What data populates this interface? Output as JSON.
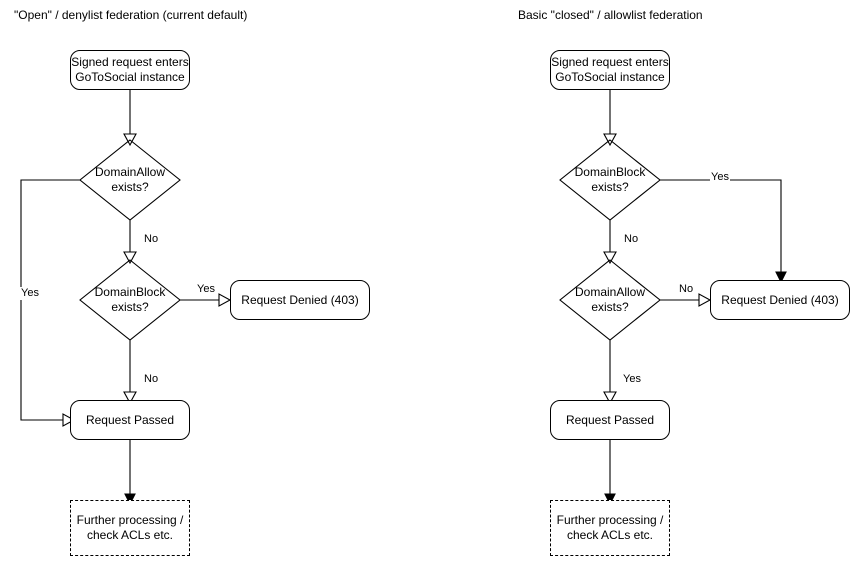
{
  "diagrams": [
    {
      "id": "open-denylist",
      "title": "\"Open\" / denylist federation (current default)",
      "nodes": {
        "entry": "Signed request enters\nGoToSocial instance",
        "decision1": "DomainAllow\nexists?",
        "decision2": "DomainBlock\nexists?",
        "denied": "Request Denied (403)",
        "passed": "Request Passed",
        "further": "Further processing /\ncheck ACLs etc."
      },
      "edge_labels": {
        "allow_yes": "Yes",
        "allow_no": "No",
        "block_yes": "Yes",
        "block_no": "No"
      }
    },
    {
      "id": "closed-allowlist",
      "title": "Basic \"closed\" / allowlist federation",
      "nodes": {
        "entry": "Signed request enters\nGoToSocial instance",
        "decision1": "DomainBlock\nexists?",
        "decision2": "DomainAllow\nexists?",
        "denied": "Request Denied (403)",
        "passed": "Request Passed",
        "further": "Further processing /\ncheck ACLs etc."
      },
      "edge_labels": {
        "block_yes": "Yes",
        "block_no": "No",
        "allow_no": "No",
        "allow_yes": "Yes"
      }
    }
  ],
  "style": {
    "stroke_color": "#000000",
    "fill_color": "#ffffff",
    "text_color": "#000000"
  }
}
